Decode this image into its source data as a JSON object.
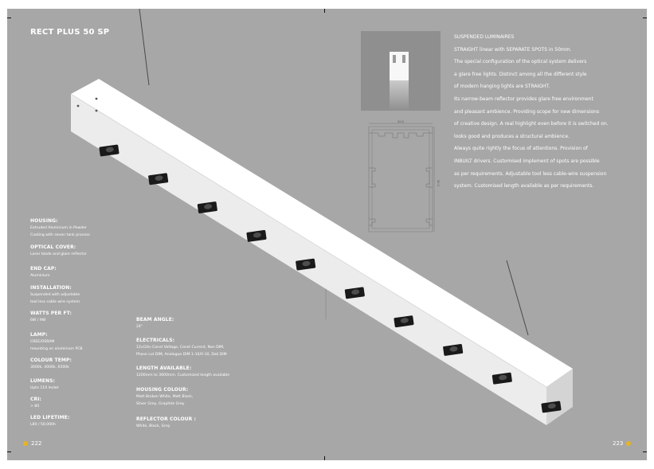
{
  "page": {
    "title": "RECT PLUS 50 SP"
  },
  "specs_left": [
    {
      "label": "Housing:",
      "value": [
        "Extruded Aluminium in Powder",
        "Coating with seven tank process"
      ]
    },
    {
      "label": "Optical cover:",
      "value": [
        "Laser blade and glare reflector"
      ]
    },
    {
      "label": "End cap:",
      "value": [
        "Aluminium"
      ]
    },
    {
      "label": "Installation:",
      "value": [
        "Suspended with adjustable",
        "tool less cable wire system"
      ]
    },
    {
      "label": "Watts per ft:",
      "value": [
        "6W / 9W"
      ]
    },
    {
      "label": "Lamp:",
      "value": [
        "CREE/OSRAM",
        "mounting on aluminium PCB"
      ]
    },
    {
      "label": "Colour temp:",
      "value": [
        "3000k, 4000k, 6500k"
      ]
    },
    {
      "label": "Lumens:",
      "value": [
        "Upto 110 lm/wt"
      ]
    },
    {
      "label": "CRI:",
      "value": [
        "> 80"
      ]
    },
    {
      "label": "LED lifetime:",
      "value": [
        "L80 / 50,000h"
      ]
    }
  ],
  "specs_mid": [
    {
      "label": "Beam angle:",
      "value": [
        "24°"
      ]
    },
    {
      "label": "Electricals:",
      "value": [
        "12v/24v Const Voltage, Const Current, Non DIM,",
        "Phase cut DIM, Analogue DIM 1-10/0-10, Dali DIM"
      ]
    },
    {
      "label": "Length available:",
      "value": [
        "1200mm to 3600mm. Customized length available"
      ]
    },
    {
      "label": "Housing colour:",
      "value": [
        "Matt Broken White, Matt Black,",
        "Silver Grey, Graphite Grey"
      ]
    },
    {
      "label": "Reflector colour :",
      "value": [
        "White, Black, Grey"
      ]
    }
  ],
  "description": {
    "lines": [
      "SUSPENDED LUMINAIRES",
      "STRAIGHT linear with SEPARATE SPOTS in 50mm.",
      "The special configuration of the optical system delivers",
      "a glare free lights. Distinct among all the different style",
      "of modern hanging lights are STRAIGHT.",
      "Its narrow-beam reflector provides glare free environment",
      "and pleasant ambience. Providing scope for new dimensions",
      "of creative design. A real highlight even before it is switched on.",
      "looks good and produces a structural ambience.",
      "Always quite rightly the focus of attentions. Provision of",
      "INBUILT drivers. Customised implement of spots are possible",
      "as per requirements. Adjustable tool less cable-wire suspension",
      "system. Customised length available as per requirements."
    ]
  },
  "drawing": {
    "width_label": "50.0",
    "height_label": "50.0"
  },
  "pages": {
    "left": "222",
    "right": "223"
  },
  "colors": {
    "background": "#a7a7a7",
    "body": "#f2f2f2",
    "accent": "#e6b422"
  }
}
